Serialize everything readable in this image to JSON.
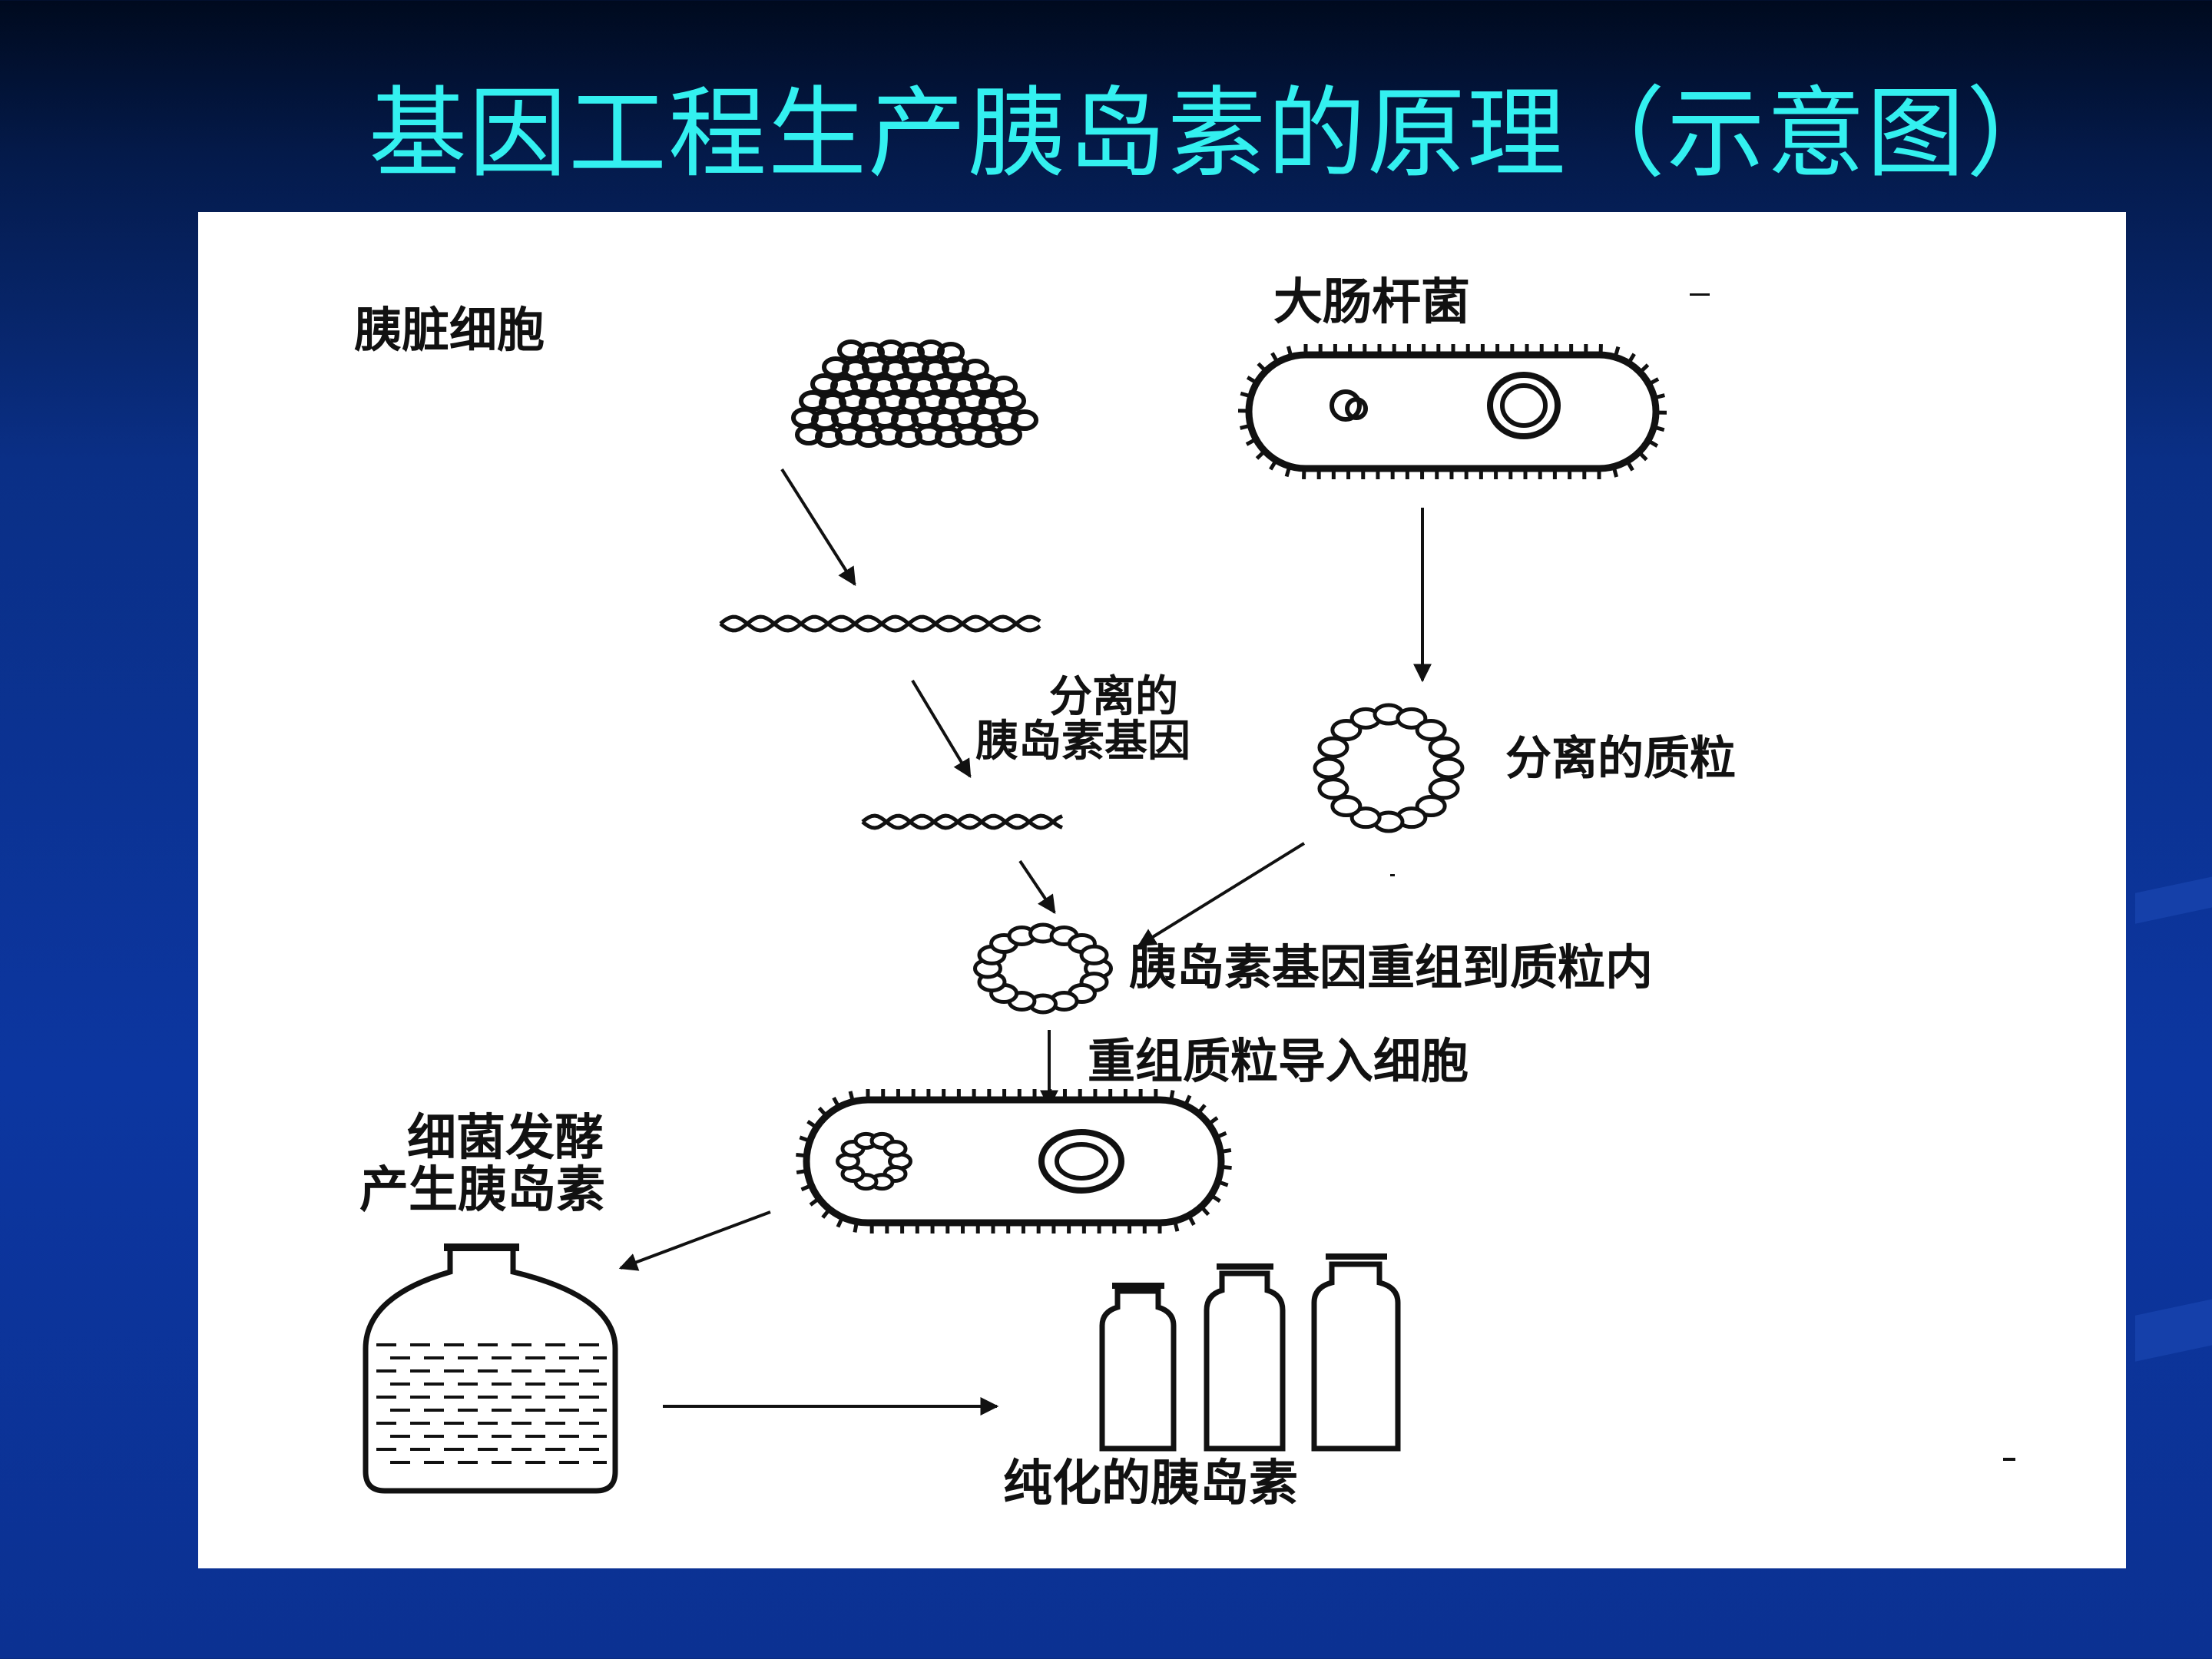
{
  "slide": {
    "title": "基因工程生产胰岛素的原理（示意图）",
    "colors": {
      "background": "#0c36a0",
      "title": "#33f0f0",
      "figure_bg": "#ffffff"
    }
  },
  "diagram": {
    "labels": {
      "pancreas_cells": "胰脏细胞",
      "ecoli": "大肠杆菌",
      "isolated_gene_line1": "分离的",
      "isolated_gene_line2": "胰岛素基因",
      "isolated_plasmid": "分离的质粒",
      "recombine": "胰岛素基因重组到质粒内",
      "introduce": "重组质粒导入细胞",
      "ferment_line1": "细菌发酵",
      "ferment_line2": "产生胰岛素",
      "purified": "纯化的胰岛素"
    }
  }
}
